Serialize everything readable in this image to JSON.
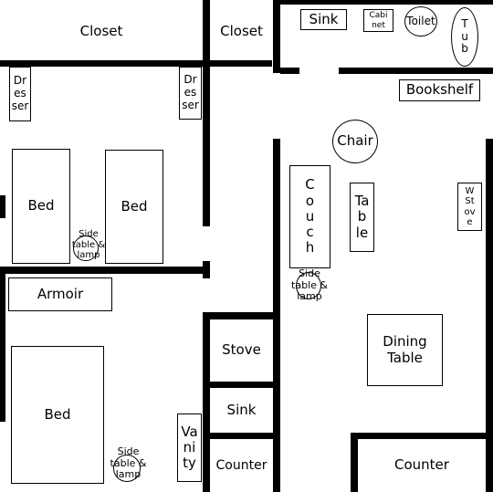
{
  "rooms": {
    "top_left": {
      "closet": "Closet",
      "dresser_left": "Dr\nes\nser",
      "dresser_right": "Dr\nes\nser",
      "bed_1": "Bed",
      "bed_2": "Bed",
      "side_table": "Side\ntable &\nlamp"
    },
    "top_center": {
      "closet": "Closet"
    },
    "bathroom": {
      "sink": "Sink",
      "cabinet": "Cabi\nnet",
      "toilet": "Toilet",
      "tub": "T\nu\nb"
    },
    "living": {
      "bookshelf": "Bookshelf",
      "chair": "Chair",
      "couch": "C\no\nu\nc\nh",
      "table": "Ta\nb\nle",
      "wood_stove": "W\nSt\nov\ne",
      "side_table": "Side\ntable &\nlamp",
      "dining_table": "Dining\nTable",
      "counter": "Counter"
    },
    "bottom_left": {
      "armoir": "Armoir",
      "bed": "Bed",
      "side_table": "Side\ntable &\nlamp",
      "vanity": "Va\nni\nty"
    },
    "kitchen": {
      "stove": "Stove",
      "sink": "Sink",
      "counter": "Counter"
    }
  }
}
